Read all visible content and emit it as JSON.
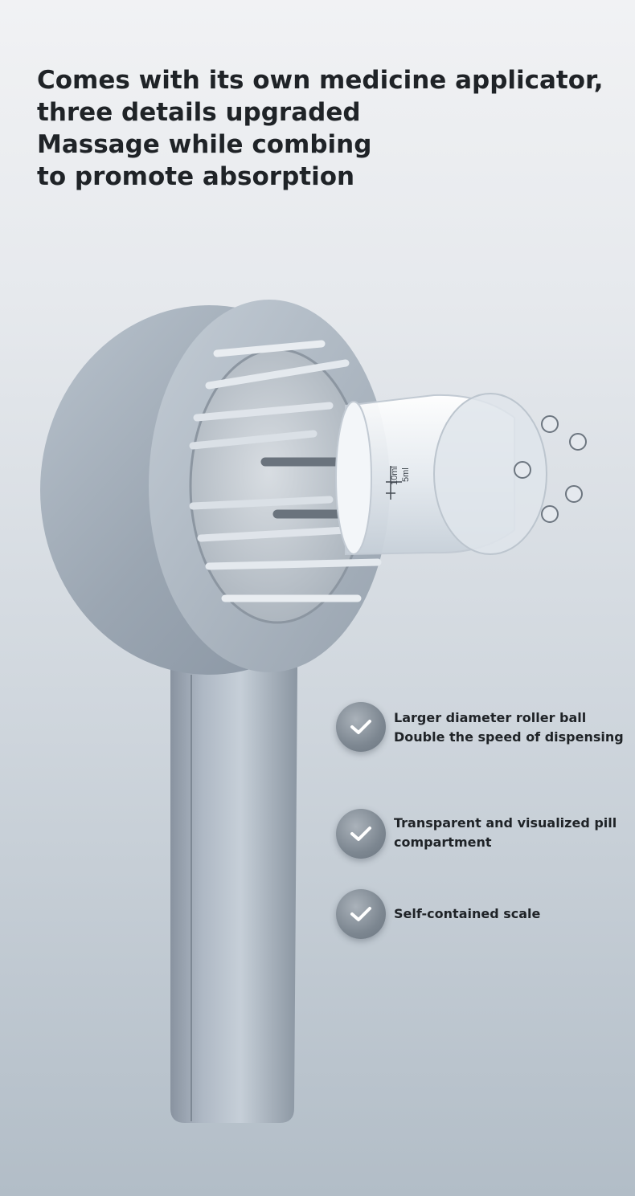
{
  "headline": {
    "line1": "Comes with its own medicine applicator,",
    "line2": "three details upgraded",
    "line3": "Massage while combing",
    "line4": "to promote absorption"
  },
  "product": {
    "scale_mark_10": "10ml",
    "scale_mark_5": "5ml"
  },
  "features": [
    {
      "line1": "Larger diameter roller ball",
      "line2": "Double the speed of dispensing",
      "icon": "check-icon"
    },
    {
      "line1": "Transparent and visualized pill",
      "line2": "compartment",
      "icon": "check-icon"
    },
    {
      "line1": "Self-contained scale",
      "icon": "check-icon"
    }
  ],
  "colors": {
    "headline_text": "#1f2327",
    "body_metal": "#9aa5b0",
    "check_badge": "#7d8791"
  }
}
